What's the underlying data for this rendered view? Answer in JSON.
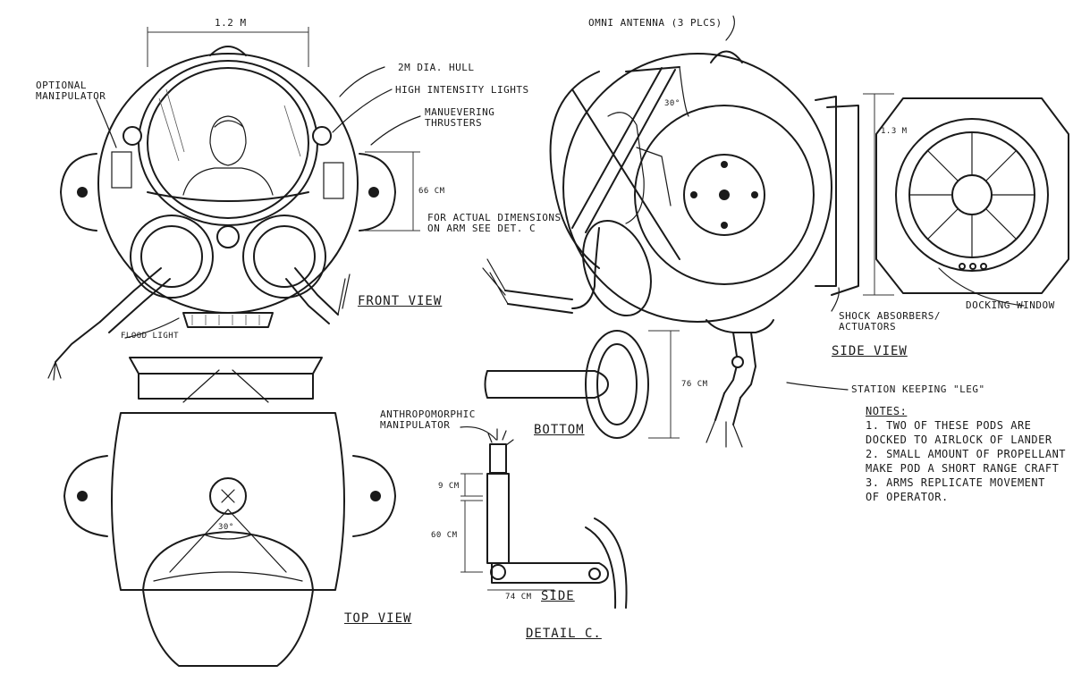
{
  "views": {
    "front": "FRONT VIEW",
    "side": "SIDE VIEW",
    "top": "TOP VIEW",
    "bottom": "BOTTOM",
    "detail": "DETAIL C.",
    "side_small": "SIDE"
  },
  "callouts": {
    "optional_manipulator_1": "OPTIONAL",
    "optional_manipulator_2": "MANIPULATOR",
    "hull": "2m DIA. HULL",
    "lights": "HIGH INTENSITY LIGHTS",
    "thrusters_1": "MANUEVERING",
    "thrusters_2": "THRUSTERS",
    "arm_note_1": "FOR ACTUAL DIMENSIONS",
    "arm_note_2": "ON ARM SEE DET. C",
    "flood_light": "FLOOD LIGHT",
    "omni_antenna": "OMNI ANTENNA (3 PLCS)",
    "docking_window": "DOCKING WINDOW",
    "shock_1": "SHOCK ABSORBERS/",
    "shock_2": "ACTUATORS",
    "station_leg": "STATION KEEPING \"LEG\"",
    "anthro_1": "ANTHROPOMORPHIC",
    "anthro_2": "MANIPULATOR"
  },
  "dimensions": {
    "width_front": "1.2 m",
    "height_66": "66 cm",
    "height_13": "1.3 m",
    "height_76": "76 cm",
    "dim_9": "9 cm",
    "dim_60": "60 cm",
    "dim_74": "74 cm",
    "angle_30_side": "30°",
    "angle_30_top": "30°"
  },
  "notes": {
    "title": "NOTES:",
    "items": [
      "1. TWO OF THESE PODS ARE",
      "DOCKED TO AIRLOCK OF LANDER",
      "2. SMALL AMOUNT OF PROPELLANT",
      "MAKE POD A SHORT RANGE CRAFT",
      "3. ARMS REPLICATE MOVEMENT",
      "OF OPERATOR."
    ]
  }
}
